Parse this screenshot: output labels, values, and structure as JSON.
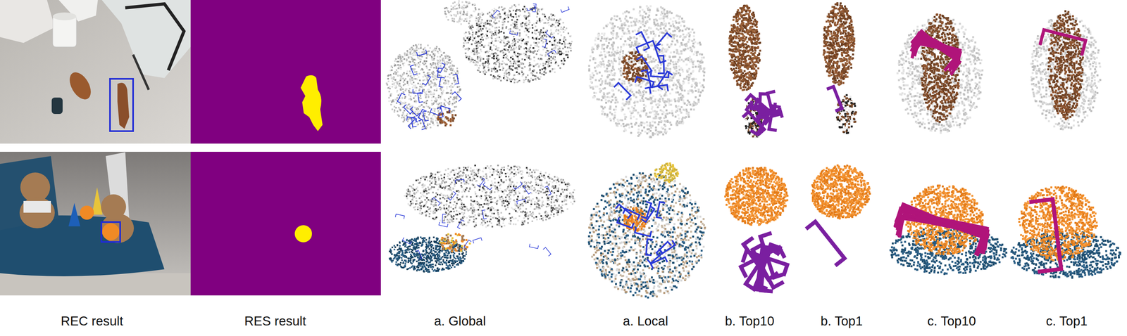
{
  "diagram": {
    "labels": [
      "REC result",
      "RES result",
      "a. Global",
      "a. Local",
      "b. Top10",
      "b. Top1",
      "c. Top10",
      "c. Top1"
    ]
  }
}
